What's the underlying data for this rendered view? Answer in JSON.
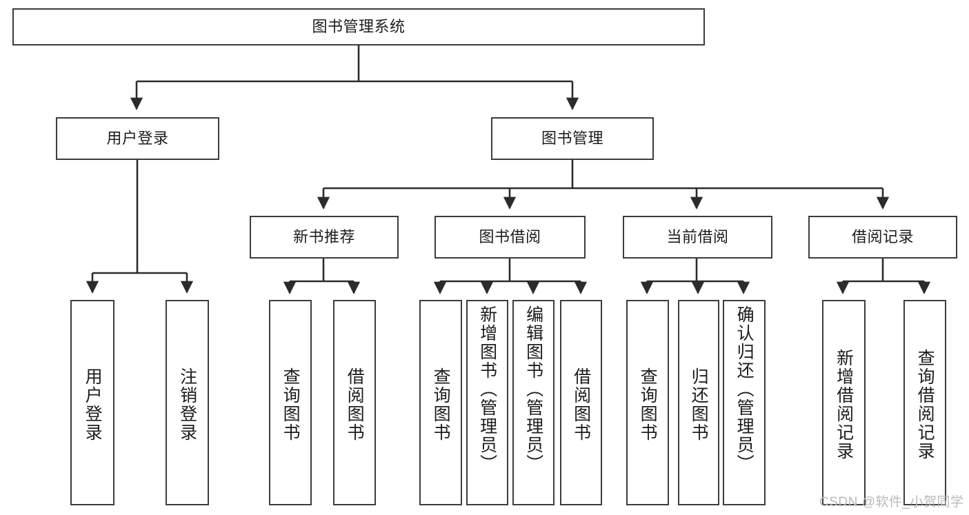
{
  "diagram": {
    "type": "tree",
    "title": "图书管理系统",
    "orientation": "top-down",
    "colors": {
      "box_border": "#3c3c3c",
      "box_fill": "#ffffff",
      "edge": "#2b2b2b",
      "text": "#1c1c1c",
      "watermark": "#b9b9b9"
    },
    "levels": {
      "root": {
        "label": "图书管理系统"
      },
      "level2": [
        {
          "label": "用户登录"
        },
        {
          "label": "图书管理"
        }
      ],
      "level3": [
        {
          "label": "新书推荐"
        },
        {
          "label": "图书借阅"
        },
        {
          "label": "当前借阅"
        },
        {
          "label": "借阅记录"
        }
      ],
      "leaves": [
        {
          "label": "用户登录",
          "parent": "用户登录"
        },
        {
          "label": "注销登录",
          "parent": "用户登录"
        },
        {
          "label": "查询图书",
          "parent": "新书推荐"
        },
        {
          "label": "借阅图书",
          "parent": "新书推荐"
        },
        {
          "label": "查询图书",
          "parent": "图书借阅"
        },
        {
          "label": "新增图书（管理员）",
          "parent": "图书借阅"
        },
        {
          "label": "编辑图书（管理员）",
          "parent": "图书借阅"
        },
        {
          "label": "借阅图书",
          "parent": "图书借阅"
        },
        {
          "label": "查询图书",
          "parent": "当前借阅"
        },
        {
          "label": "归还图书",
          "parent": "当前借阅"
        },
        {
          "label": "确认归还（管理员）",
          "parent": "当前借阅"
        },
        {
          "label": "新增借阅记录",
          "parent": "借阅记录"
        },
        {
          "label": "查询借阅记录",
          "parent": "借阅记录"
        }
      ]
    }
  },
  "watermark": {
    "text": "CSDN @软件_小贺同学"
  }
}
